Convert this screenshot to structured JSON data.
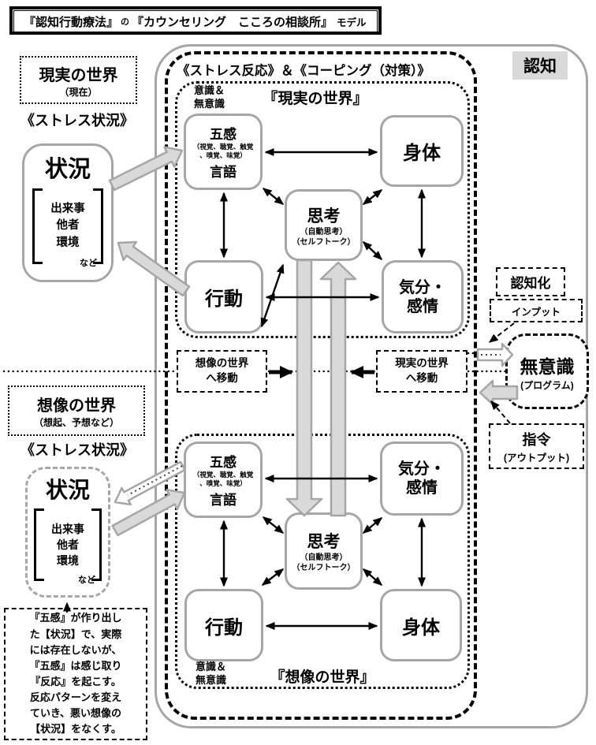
{
  "title": {
    "p1": "『認知行動療法』",
    "p2": "の",
    "p3": "『カウンセリング　こころの相談所』",
    "p4": "モデル"
  },
  "frame": {
    "cognition": "認知"
  },
  "main": {
    "heading": "《ストレス反応》＆《コーピング（対策）》",
    "upper": {
      "world_label": "『現実の世界』",
      "consciousness": "意識＆\n無意識",
      "gokan": "五感",
      "gokan_sub": "（視覚、聴覚、触覚\n、嗅覚、味覚）",
      "gengo": "言語",
      "shintai": "身体",
      "shiko": "思考",
      "shiko_sub": "（自動思考）\n（セルフトーク）",
      "kodo": "行動",
      "kibun": "気分・\n感情"
    },
    "lower": {
      "world_label": "『想像の世界』",
      "consciousness": "意識＆\n無意識",
      "gokan": "五感",
      "gokan_sub": "（視覚、聴覚、触覚\n、嗅覚、味覚）",
      "gengo": "言語",
      "shintai": "身体",
      "shiko": "思考",
      "shiko_sub": "（自動思考）\n（セルフトーク）",
      "kodo": "行動",
      "kibun": "気分・\n感情"
    },
    "move_to_imagination": "想像の世界\nへ移動",
    "move_to_reality": "現実の世界\nへ移動"
  },
  "left_top": {
    "world": "現実の世界",
    "world_sub": "（現在）",
    "stress_label": "《ストレス状況》",
    "situation": "状況",
    "factors": [
      "出来事",
      "他者",
      "環境"
    ],
    "etc": "など"
  },
  "left_bottom": {
    "world": "想像の世界",
    "world_sub": "（想起、予想など）",
    "stress_label": "《ストレス状況》",
    "situation": "状況",
    "factors": [
      "出来事",
      "他者",
      "環境"
    ],
    "etc": "など"
  },
  "right": {
    "cognitize": "認知化",
    "input": "インプット",
    "unconscious": "無意識",
    "unconscious_sub": "(プログラム)",
    "command": "指令",
    "command_sub": "(アウトプット)"
  },
  "note": {
    "text": "『五感』が作り出し\nた【状況】で、実際\nには存在しないが、\n『五感』は感じ取り\n『反応』を起こす。\n反応パターンを変え\nていき、悪い想像の\n【状況】をなくす。"
  },
  "colors": {
    "gray_border": "#a6a6a6",
    "gray_arrow_fill": "#d9d9d9",
    "cognition_label_bg": "#d9d9d9",
    "line": "#000000"
  }
}
